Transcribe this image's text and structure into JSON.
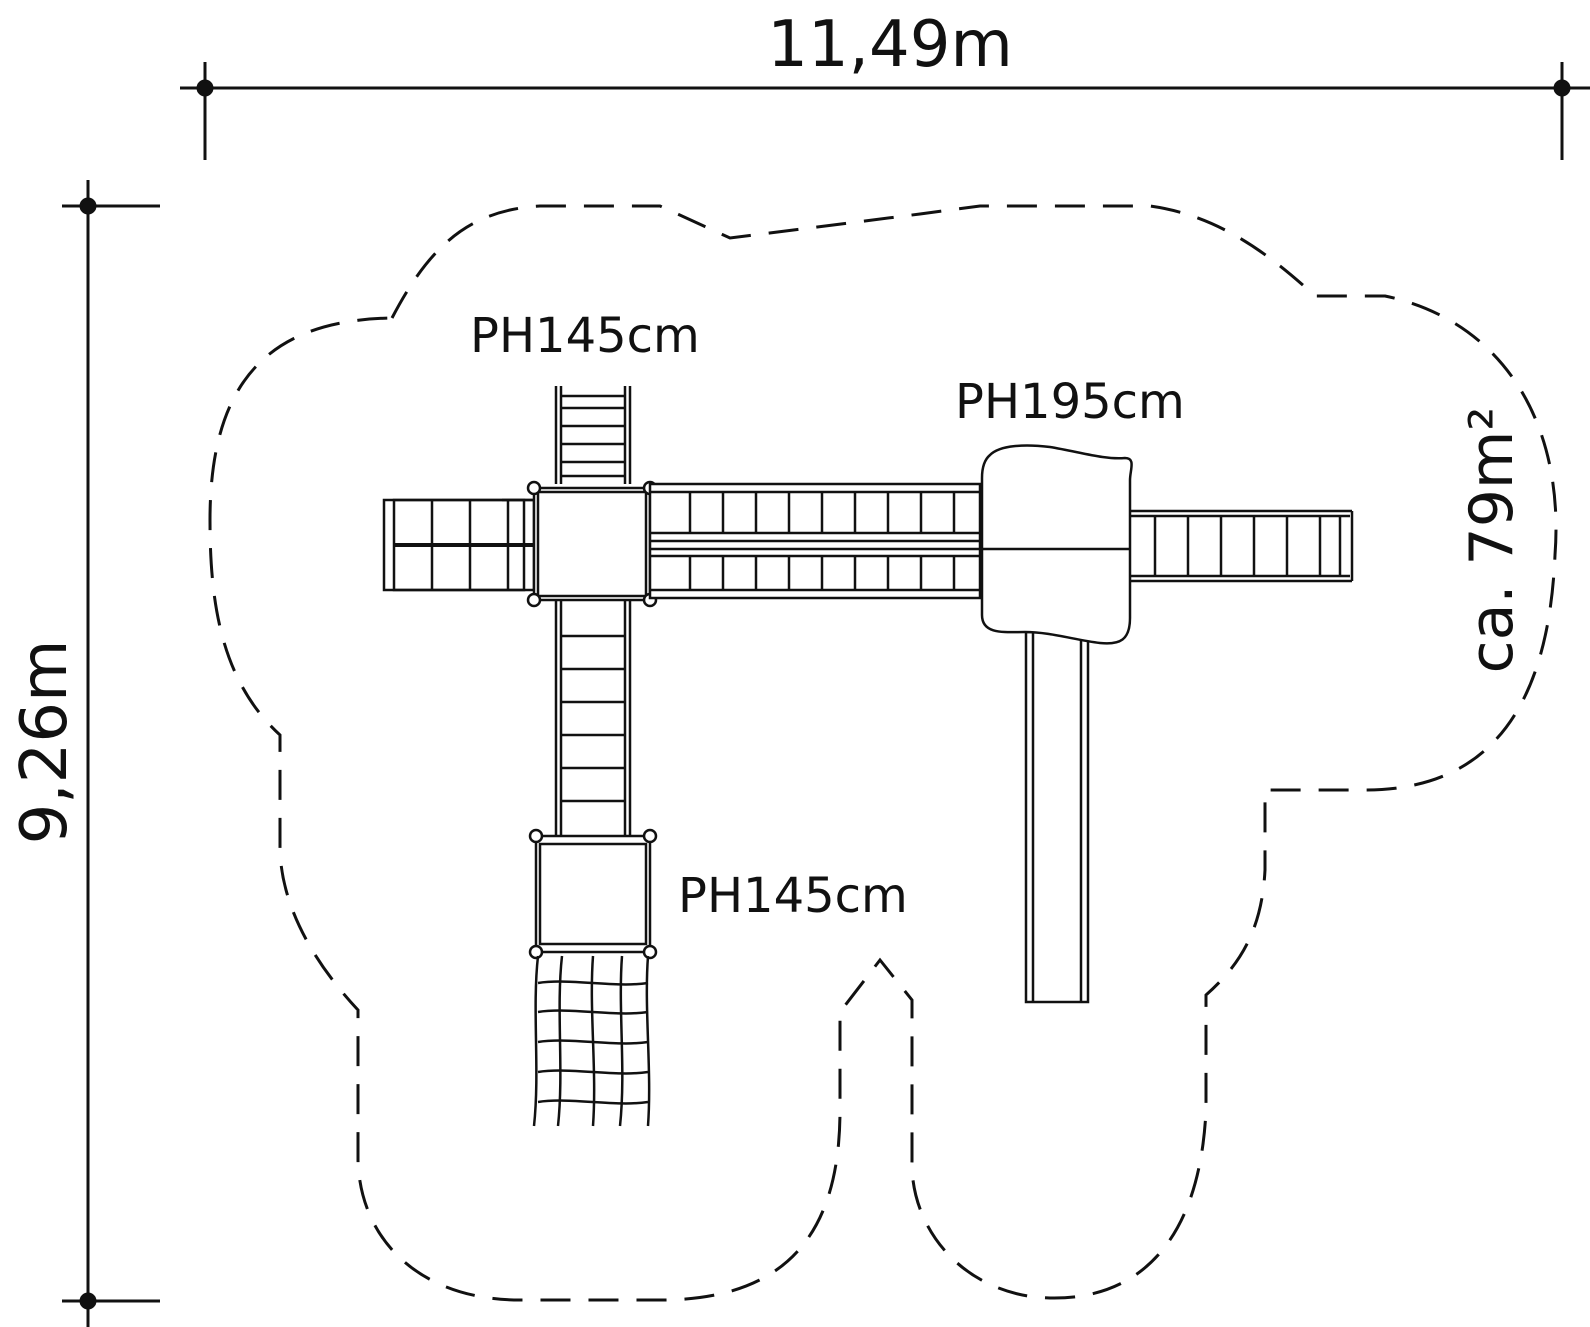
{
  "dimensions": {
    "width": "11,49m",
    "depth": "9,26m"
  },
  "labels": {
    "platform_left": "PH145cm",
    "platform_tower": "PH195cm",
    "platform_bottom": "PH145cm",
    "area": "ca. 79m²"
  },
  "colors": {
    "line": "#111111",
    "fill": "#ffffff"
  }
}
